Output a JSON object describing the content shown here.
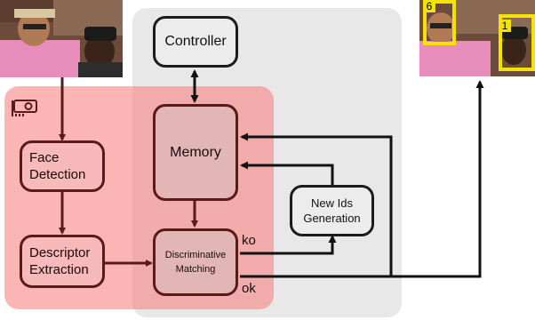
{
  "colors": {
    "gray_region": "#e8e8e8",
    "red_region": "#f7a6a6",
    "dark_red_arrow": "#5a1a1a",
    "black_arrow": "#111111",
    "face_box": "#f4e300"
  },
  "icons": {
    "gpu": "gpu-card-icon"
  },
  "boxes": {
    "controller": "Controller",
    "memory": "Memory",
    "new_ids": "New Ids Generation",
    "face_detection": "Face Detection",
    "descriptor": "Descriptor Extraction",
    "matching": "Discriminative Matching"
  },
  "edge_labels": {
    "ko": "ko",
    "ok": "ok"
  },
  "face_ids": [
    "6",
    "1"
  ]
}
